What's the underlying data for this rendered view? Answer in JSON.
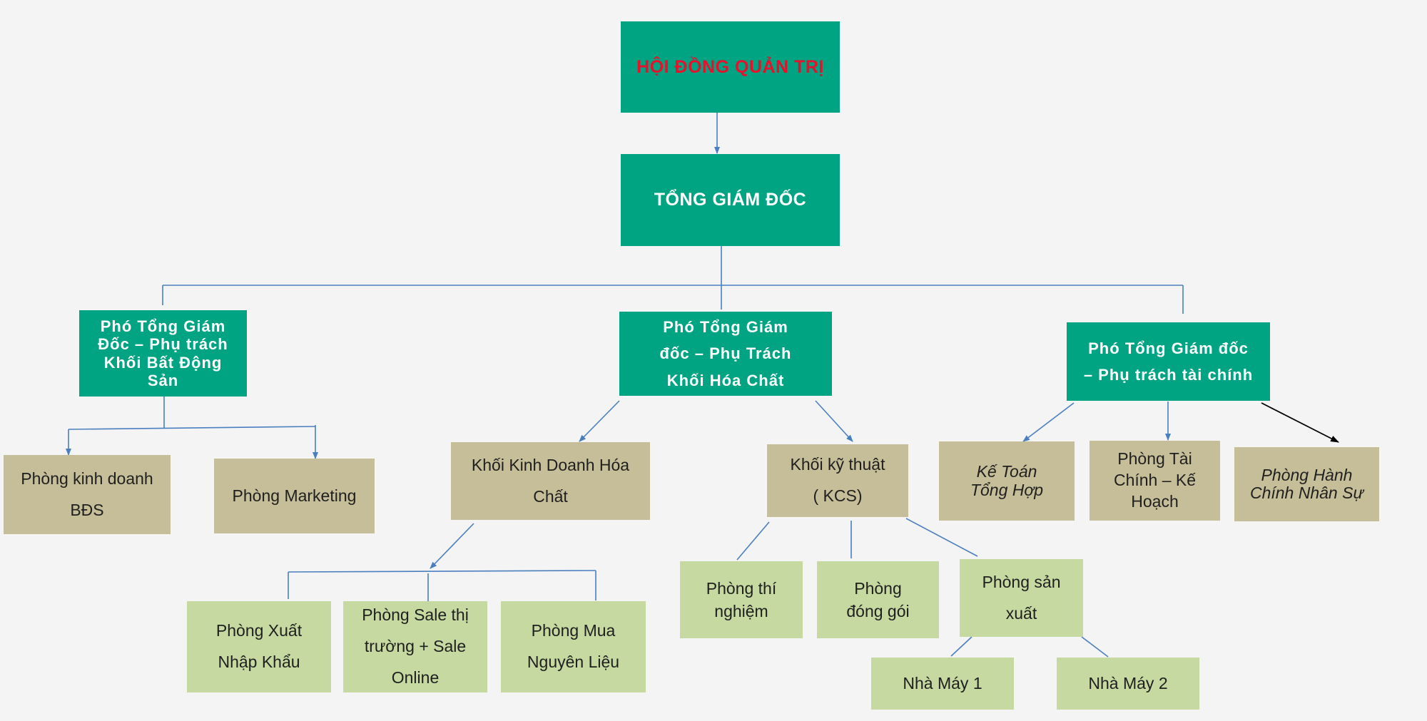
{
  "chart": {
    "nodes": {
      "board": "HỘI ĐỒNG QUẢN TRỊ",
      "ceo": "TỔNG GIÁM ĐỐC",
      "vp_real_estate": "Phó Tổng Giám\nĐốc – Phụ trách\nKhối Bất Động\nSản",
      "vp_chemicals": "Phó Tổng Giám\nđốc – Phụ Trách\nKhối Hóa Chất",
      "vp_finance": "Phó Tổng Giám đốc\n– Phụ trách tài chính",
      "dept_sales_bds": "Phòng kinh doanh\nBĐS",
      "dept_marketing": "Phòng Marketing",
      "block_chem_business": "Khối Kinh Doanh Hóa\nChất",
      "block_technical": "Khối kỹ thuật\n( KCS)",
      "dept_accounting": "Kế Toán\nTổng Hợp",
      "dept_finance_planning": "Phòng Tài\nChính – Kế\nHoạch",
      "dept_admin_hr": "Phòng Hành\nChính Nhân Sự",
      "unit_import_export": "Phòng Xuất\nNhập Khẩu",
      "unit_sales_online": "Phòng Sale thị\ntrường + Sale\nOnline",
      "unit_purchasing": "Phòng Mua\nNguyên Liệu",
      "unit_lab": "Phòng thí\nnghiệm",
      "unit_packaging": "Phòng\nđóng gói",
      "unit_production": "Phòng sản\nxuất",
      "factory_1": "Nhà Máy 1",
      "factory_2": "Nhà Máy 2"
    }
  },
  "colors": {
    "executive_box": "#00a382",
    "department_box": "#c5be98",
    "unit_box": "#c5d9a0",
    "board_title_text": "#e8102a",
    "connector": "#4a7fbf",
    "black_arrow": "#000000"
  }
}
